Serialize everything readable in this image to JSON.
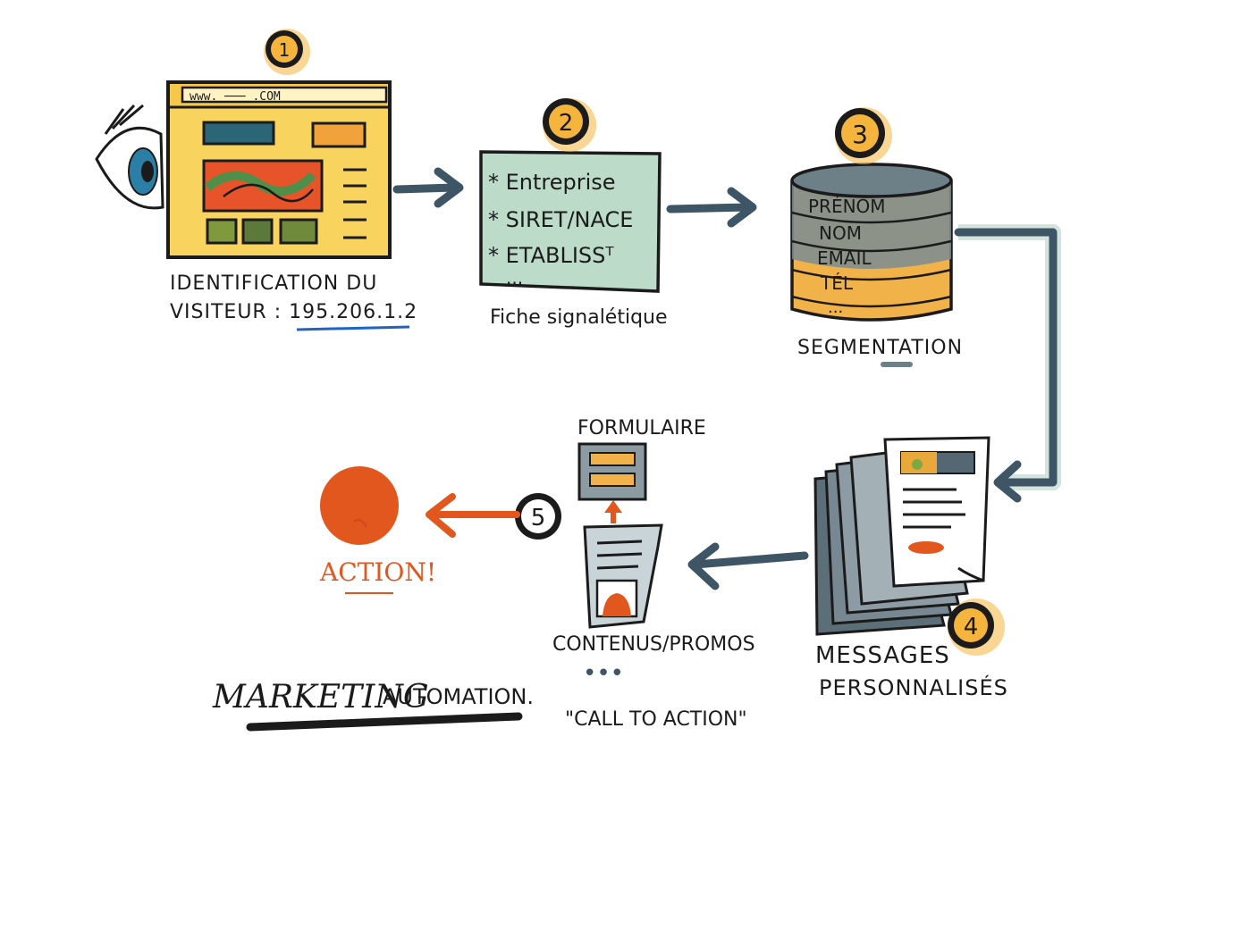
{
  "colors": {
    "arrow": "#3d5565",
    "accent_orange": "#e2571e",
    "badge_glow": "#f5b53d",
    "sheet_green": "#bcdcc9",
    "browser_yellow": "#f6c84a",
    "ink": "#1b1b1b"
  },
  "steps": [
    {
      "number": "1",
      "label_line1": "IDENTIFICATION DU",
      "label_line2": "VISITEUR : 195.206.1.2",
      "browser_url": "www. ─── .COM"
    },
    {
      "number": "2",
      "label": "Fiche signalétique",
      "items": [
        "* Entreprise",
        "* SIRET/NACE",
        "* ETABLISSᵀ",
        "..."
      ]
    },
    {
      "number": "3",
      "label": "SEGMENTATION",
      "fields": [
        "PRÉNOM",
        "NOM",
        "EMAIL",
        "TÉL",
        "..."
      ]
    },
    {
      "number": "4",
      "label_line1": "MESSAGES",
      "label_line2": "PERSONNALISÉS"
    },
    {
      "number": "5"
    }
  ],
  "content": {
    "form_label": "FORMULAIRE",
    "content_label": "CONTENUS/PROMOS",
    "ellipsis": "•••",
    "cta_label": "\"CALL TO ACTION\""
  },
  "action": {
    "label": "ACTION!"
  },
  "title": {
    "part1": "MARKETING",
    "part2": "AUTOMATION."
  },
  "icons": [
    "eye-icon",
    "browser-window-icon",
    "database-icon",
    "document-stack-icon",
    "form-icon",
    "document-icon",
    "action-circle-icon"
  ]
}
